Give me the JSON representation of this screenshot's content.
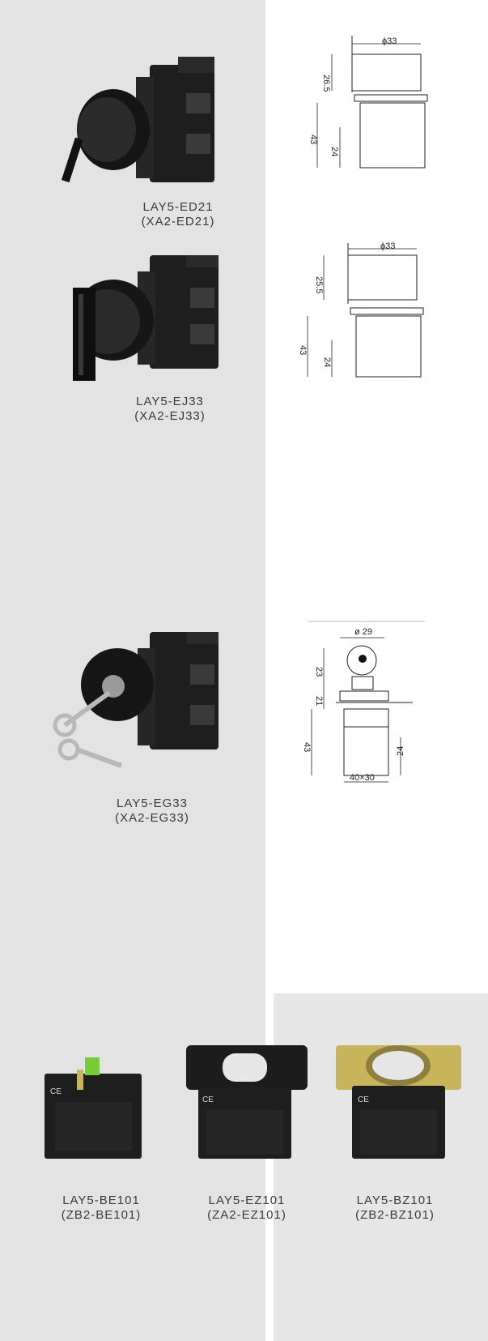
{
  "colors": {
    "panel": "#e3e3e3",
    "body": "#1e1e1e",
    "line": "#222222",
    "brass": "#c8b45a",
    "lever": "#7acb3a"
  },
  "products": [
    {
      "model": "LAY5-ED21",
      "alt": "(XA2-ED21)"
    },
    {
      "model": "LAY5-EJ33",
      "alt": "(XA2-EJ33)"
    },
    {
      "model": "LAY5-EG33",
      "alt": "(XA2-EG33)"
    }
  ],
  "drawings": [
    {
      "dia": "ϕ33",
      "top": "26.5",
      "total": "43",
      "lower": "24"
    },
    {
      "dia": "ϕ33",
      "top": "25.5",
      "total": "43",
      "lower": "24"
    },
    {
      "dia": "ø 29",
      "top": "23",
      "mid": "21",
      "total": "43",
      "lower": "24",
      "base": "40×30"
    }
  ],
  "accessories": [
    {
      "model": "LAY5-BE101",
      "alt": "(ZB2-BE101)"
    },
    {
      "model": "LAY5-EZ101",
      "alt": "(ZA2-EZ101)"
    },
    {
      "model": "LAY5-BZ101",
      "alt": "(ZB2-BZ101)"
    }
  ]
}
